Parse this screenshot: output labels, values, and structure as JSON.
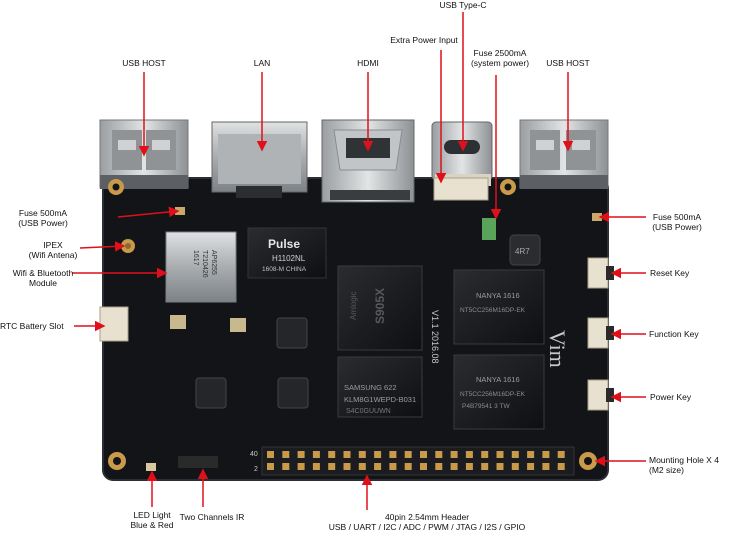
{
  "annotations": {
    "usb_typec": "USB Type-C",
    "extra_power": "Extra Power Input",
    "fuse_2500": [
      "Fuse 2500mA",
      "(system power)"
    ],
    "usb_host_left": "USB HOST",
    "lan": "LAN",
    "hdmi": "HDMI",
    "usb_host_right": "USB HOST",
    "fuse_500_left": [
      "Fuse 500mA",
      "(USB Power)"
    ],
    "ipex": [
      "IPEX",
      "(Wifi Antena)"
    ],
    "wifi_bt": [
      "Wifi & Bluetooth",
      "Module"
    ],
    "rtc": "RTC Battery Slot",
    "fuse_500_right": [
      "Fuse 500mA",
      "(USB Power)"
    ],
    "reset_key": "Reset Key",
    "function_key": "Function Key",
    "power_key": "Power Key",
    "mounting_hole": [
      "Mounting Hole X 4",
      "(M2 size)"
    ],
    "led_light": [
      "LED Light",
      "Blue & Red"
    ],
    "ir": "Two Channels IR",
    "header": [
      "40pin 2.54mm Header",
      "USB / UART / I2C / ADC / PWM / JTAG / I2S / GPIO"
    ]
  },
  "board_print": {
    "pulse_logo": "Pulse",
    "pulse_part": "H1102NL",
    "pulse_lot": "1608-M CHINA",
    "wifi_module": [
      "AP6255",
      "T210426",
      "1617"
    ],
    "ram_top": [
      "NANYA 1616",
      "NT5CC256M16DP-EK"
    ],
    "ram_bottom": [
      "NANYA 1616",
      "NT5CC256M16DP-EK",
      "P4B79541 3 TW"
    ],
    "emmc": [
      "SAMSUNG     622",
      "KLM8G1WEPD-B031",
      "S4C0GUUWN"
    ],
    "soc": [
      "Amlogic",
      "S905X"
    ],
    "inductor": "4R7",
    "version": "V1.1  2016.08",
    "brand": "Vim",
    "pin_40": "40",
    "pin_2": "2"
  },
  "colors": {
    "pcb": "#121418",
    "arrow": "#e0101a",
    "silver": "#b9bcbe",
    "gold": "#c99a4a"
  }
}
